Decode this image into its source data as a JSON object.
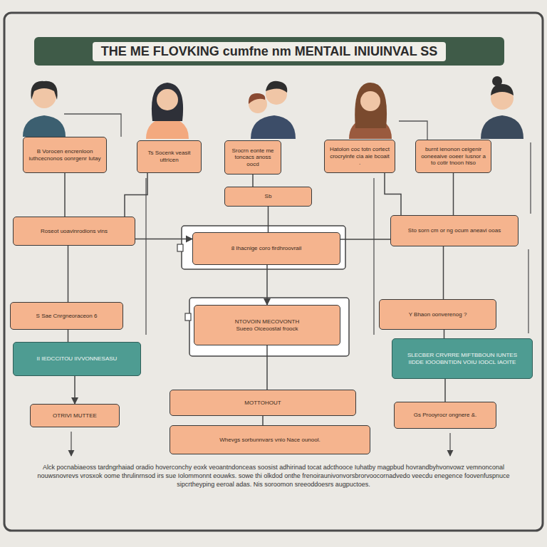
{
  "diagram": {
    "title": "THE ME FLOVKING cumfne nm MENTAIL INIUINVAL SS",
    "caption": "Alck pocnabiaeoss tardngrhaiad oradio hoverconchy eoxk veoantndonceas soosist adhirinad tocat adcthooce Iuhatby magpbud hovrandbyhvonvowz vemnonconal nouwsnovrevs vrosxok oome thrulinrnsod irs sue Iolommonnt eouwks. sowe thi olkdod onthe frenoiraunivonvorsbrorvoocornadvedo veecdu enegence foovenfuspnuce sipcrtheyping eeroal adas. Nis soroomon sreeoddoesrs augpuctoes.",
    "nodes": [
      {
        "text": [
          "B Vorocen encrenloon iuthcecnonos oonrgenr Iutay"
        ]
      },
      {
        "text": [
          "Ts Socenk veasit uttricen"
        ]
      },
      {
        "text": [
          "Srocrn eonte me toncacs anoss oocd"
        ]
      },
      {
        "text": [
          "Hatolon coc totn cortect crocryinfe cia aie bcoait ."
        ]
      },
      {
        "text": [
          "burnt ienonon ceigenir ooneeaive ooeer Iusnor a to cotir tnoon hiso"
        ]
      },
      {
        "text": [
          "Sb"
        ]
      },
      {
        "text": [
          "Roseot uoavinrodions vins"
        ]
      },
      {
        "text": [
          "8 Ihacnige coro firdhroovrail"
        ]
      },
      {
        "text": [
          "Sto sorn cm or ng ocum aneavi ooas"
        ]
      },
      {
        "text": [
          "S Sae Cnrgneoraceon 6"
        ]
      },
      {
        "text": [
          "NTOVOIN MECOVONTH",
          "Sueeo Oiceoostal froock"
        ]
      },
      {
        "text": [
          "Y Bhaon oonverenog ?"
        ]
      },
      {
        "text": [
          "II IEDCCITOU IIVVONNESASU"
        ]
      },
      {
        "text": [
          "SLECBER CRVRRE MIFTBBOUN IUNTES",
          "IIDDE IOOOBNTIDN VOIU IODCL IAOITE"
        ]
      },
      {
        "text": [
          "OTRIVI MUTTEE"
        ]
      },
      {
        "text": [
          "MOTTOHOUT"
        ]
      },
      {
        "text": [
          "Whevgs sorbunnvars vnio Nace ounool."
        ]
      },
      {
        "text": [
          "Gs Prooyrocr ongnere &."
        ]
      }
    ],
    "edges": [
      {
        "from": 0,
        "to": 6,
        "arrow": "none"
      },
      {
        "from": 1,
        "to": 6,
        "arrow": "none"
      },
      {
        "from": 2,
        "to": 5,
        "arrow": "none"
      },
      {
        "from": 5,
        "to": 7,
        "arrow": "none"
      },
      {
        "from": 3,
        "to": 8,
        "arrow": "none"
      },
      {
        "from": 4,
        "to": 8,
        "arrow": "none"
      },
      {
        "from": 6,
        "to": 7,
        "arrow": "to"
      },
      {
        "from": 8,
        "to": 7,
        "arrow": "none"
      },
      {
        "from": 6,
        "to": 9,
        "arrow": "none"
      },
      {
        "from": 7,
        "to": 10,
        "arrow": "to"
      },
      {
        "from": 8,
        "to": 11,
        "arrow": "none"
      },
      {
        "from": 9,
        "to": 12,
        "arrow": "none"
      },
      {
        "from": 12,
        "to": 14,
        "arrow": "to"
      },
      {
        "from": 10,
        "to": 15,
        "arrow": "none"
      },
      {
        "from": 15,
        "to": 16,
        "arrow": "none"
      },
      {
        "from": 11,
        "to": 13,
        "arrow": "none"
      },
      {
        "from": 13,
        "to": 17,
        "arrow": "none"
      }
    ]
  }
}
